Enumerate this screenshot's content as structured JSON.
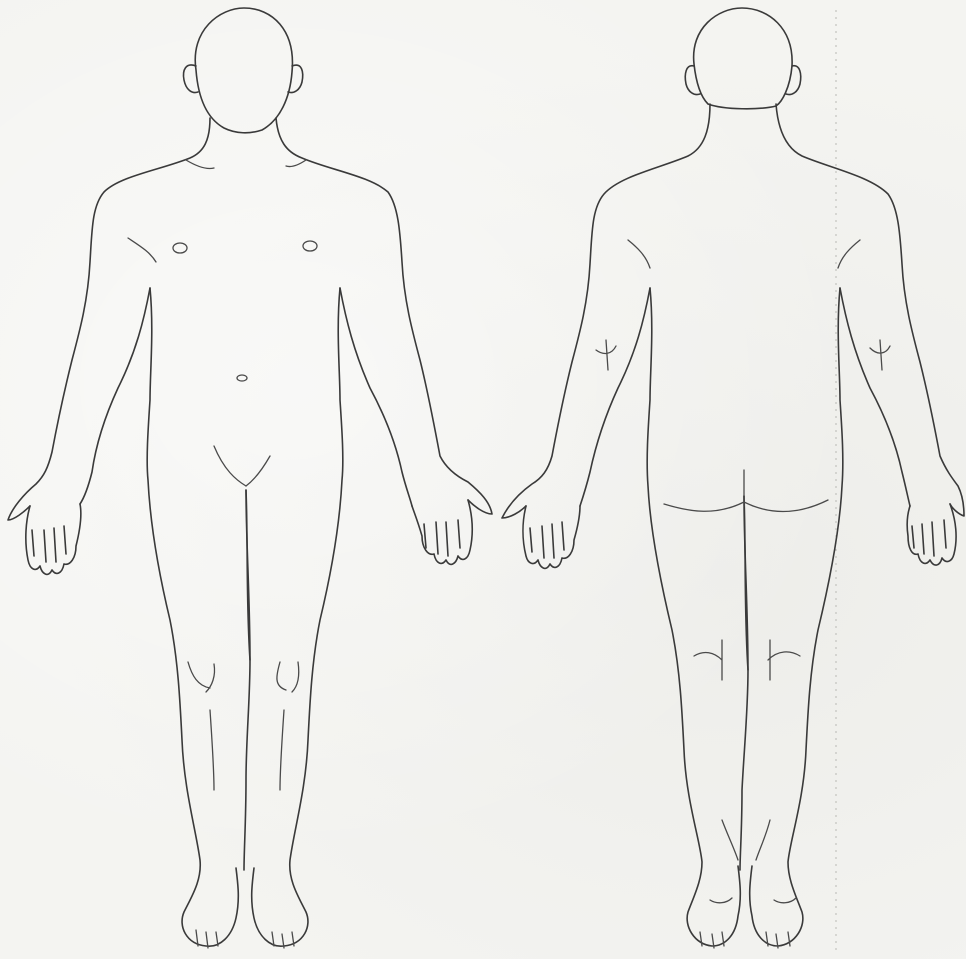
{
  "diagram": {
    "type": "body-outline-chart",
    "views": [
      {
        "id": "anterior",
        "description_visible": false
      },
      {
        "id": "posterior",
        "description_visible": false
      }
    ],
    "line_color": "#3a3a3a",
    "paper_color": "#f4f4f1"
  }
}
